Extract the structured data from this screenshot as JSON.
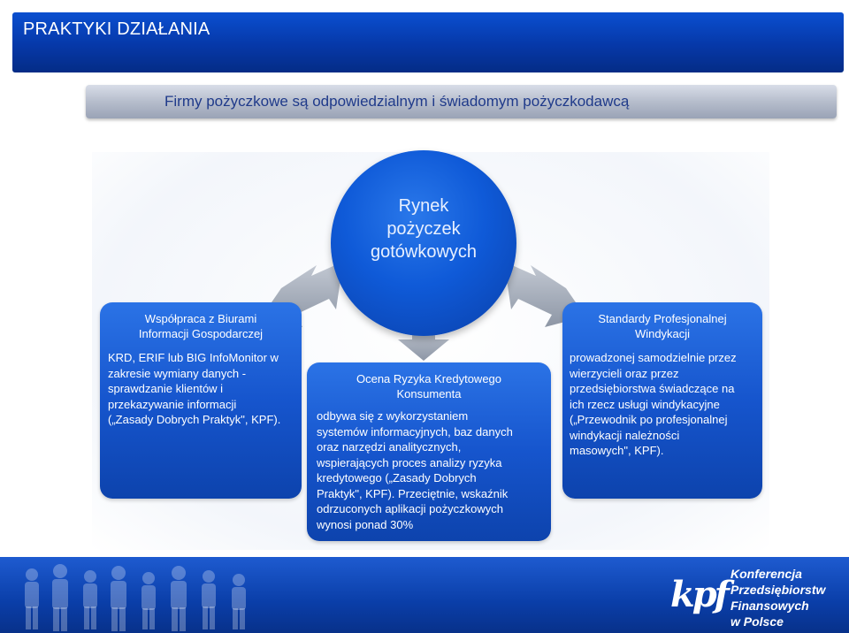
{
  "header": {
    "title": "PRAKTYKI DZIAŁANIA",
    "subtitle": "Firmy pożyczkowe są odpowiedzialnym i świadomym pożyczkodawcą"
  },
  "diagram": {
    "center_circle": {
      "lines": [
        "Rynek",
        "pożyczek",
        "gotówkowych"
      ]
    },
    "left_box": {
      "title_lines": [
        "Współpraca z Biurami",
        "Informacji Gospodarczej"
      ],
      "body_lines": [
        "KRD, ERIF lub BIG InfoMonitor w",
        "zakresie wymiany danych  -",
        "sprawdzanie klientów i",
        "przekazywanie informacji",
        "(„Zasady Dobrych Praktyk\", KPF)."
      ]
    },
    "center_box": {
      "title_lines": [
        "Ocena Ryzyka Kredytowego",
        "Konsumenta"
      ],
      "body_lines": [
        "odbywa się z wykorzystaniem",
        "systemów informacyjnych, baz danych",
        "oraz narzędzi analitycznych,",
        "wspierających proces analizy ryzyka",
        "kredytowego  („Zasady Dobrych",
        "Praktyk\", KPF). Przeciętnie, wskaźnik",
        "odrzuconych aplikacji pożyczkowych",
        "wynosi  ponad 30%"
      ]
    },
    "right_box": {
      "title_lines": [
        "Standardy Profesjonalnej",
        "Windykacji"
      ],
      "body_lines": [
        "prowadzonej samodzielnie przez",
        "wierzycieli  oraz przez",
        "przedsiębiorstwa świadczące na",
        "ich rzecz usługi windykacyjne",
        "(„Przewodnik po profesjonalnej",
        "windykacji należności",
        "masowych\", KPF)."
      ]
    }
  },
  "footer": {
    "logo_text": "kpf",
    "org_lines": [
      "Konferencja",
      "Przedsiębiorstw",
      "Finansowych",
      "w Polsce"
    ]
  },
  "colors": {
    "title_blue": "#0638a8",
    "box_blue": "#1655cd",
    "subtitle_text": "#1f3a8a",
    "arrow_gray": "#9aa3b0"
  }
}
